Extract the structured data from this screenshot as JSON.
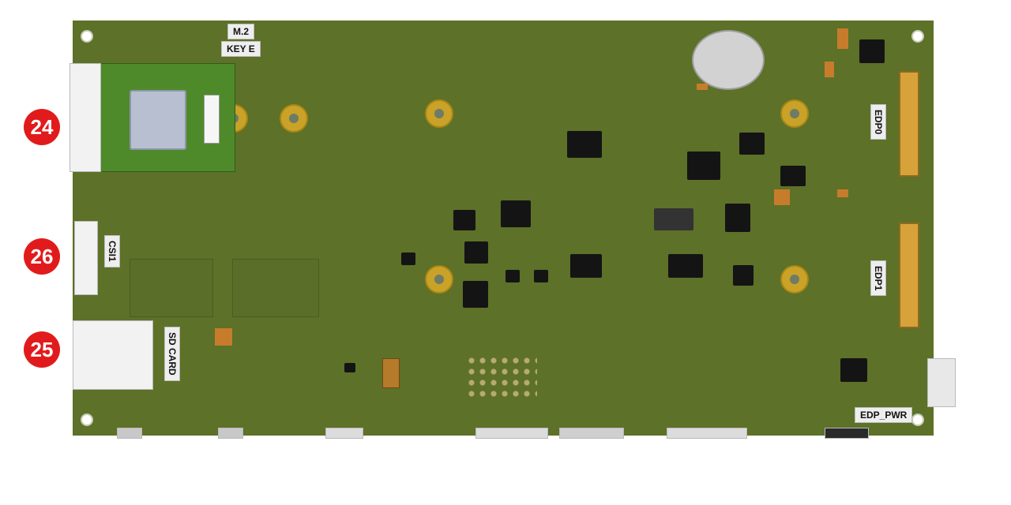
{
  "labels": {
    "m2": "M.2",
    "key_e": "KEY E",
    "csi1": "CSI1",
    "sd_card": "SD CARD",
    "edp0": "EDP0",
    "edp1": "EDP1",
    "edp_pwr": "EDP_PWR"
  },
  "callouts": [
    "24",
    "26",
    "25"
  ],
  "colors": {
    "board": "#5d7128",
    "callout": "#e11b1b",
    "label_bg": "#eeeeee",
    "standoff": "#c9a227"
  }
}
